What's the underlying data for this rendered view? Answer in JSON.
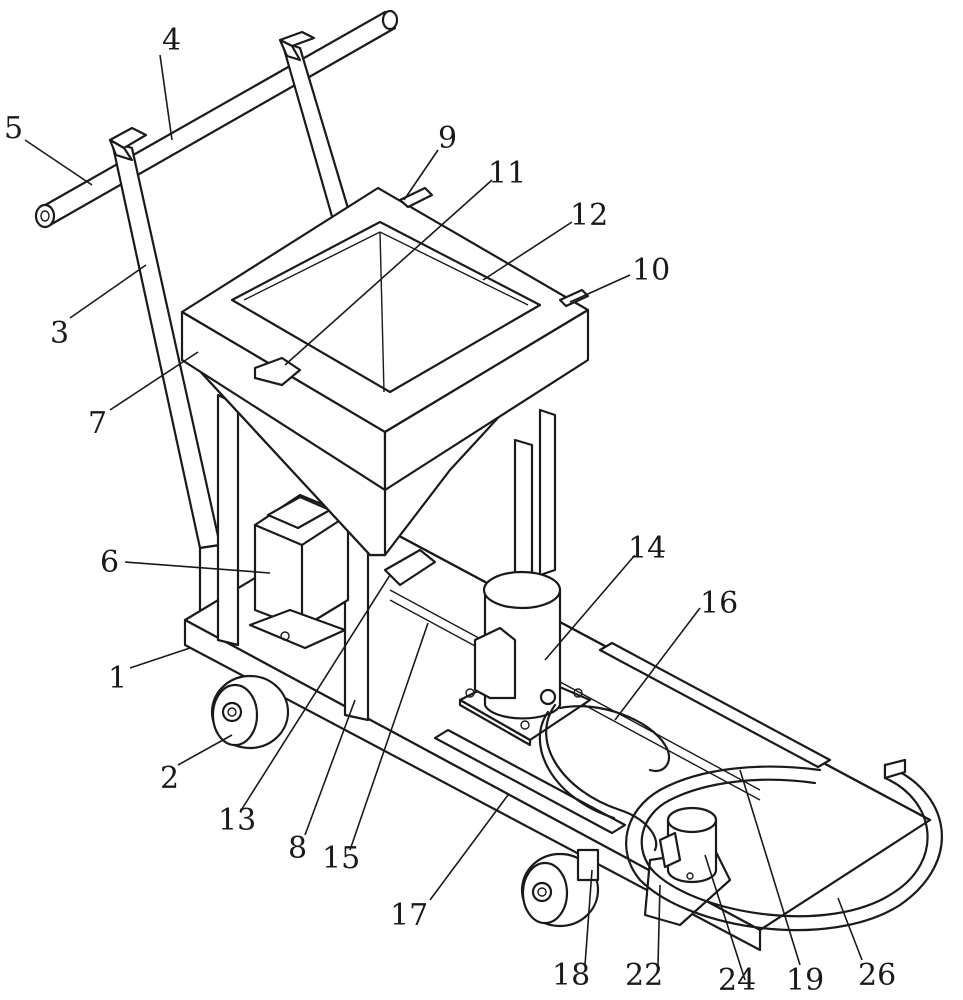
{
  "labels": {
    "l1": "1",
    "l2": "2",
    "l3": "3",
    "l4": "4",
    "l5": "5",
    "l6": "6",
    "l7": "7",
    "l8": "8",
    "l9": "9",
    "l10": "10",
    "l11": "11",
    "l12": "12",
    "l13": "13",
    "l14": "14",
    "l15": "15",
    "l16": "16",
    "l17": "17",
    "l18": "18",
    "l19": "19",
    "l22": "22",
    "l24": "24",
    "l26": "26"
  }
}
